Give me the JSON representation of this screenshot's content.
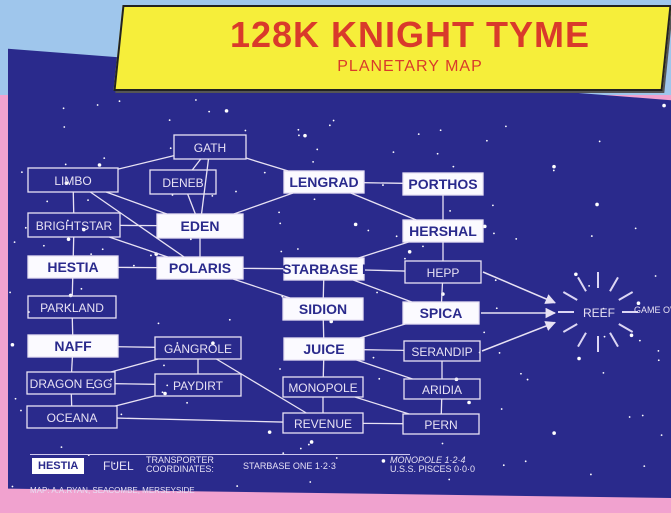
{
  "title": "128K KNIGHT TYME",
  "subtitle": "PLANETARY MAP",
  "nodes": [
    {
      "id": "GATH",
      "filled": false
    },
    {
      "id": "LIMBO",
      "filled": false
    },
    {
      "id": "DENEB",
      "filled": false
    },
    {
      "id": "LENGRAD",
      "filled": true
    },
    {
      "id": "PORTHOS",
      "filled": true
    },
    {
      "id": "BRIGHTSTAR",
      "filled": false
    },
    {
      "id": "EDEN",
      "filled": true
    },
    {
      "id": "HERSHAL",
      "filled": true
    },
    {
      "id": "HESTIA",
      "filled": true
    },
    {
      "id": "POLARIS",
      "filled": true
    },
    {
      "id": "STARBASE I",
      "filled": true
    },
    {
      "id": "HEPP",
      "filled": false
    },
    {
      "id": "PARKLAND",
      "filled": false
    },
    {
      "id": "SIDION",
      "filled": true
    },
    {
      "id": "SPICA",
      "filled": true
    },
    {
      "id": "NAFF",
      "filled": true
    },
    {
      "id": "GANGROLE",
      "filled": false
    },
    {
      "id": "JUICE",
      "filled": true
    },
    {
      "id": "SERANDIP",
      "filled": false
    },
    {
      "id": "DRAGON EGG",
      "filled": false
    },
    {
      "id": "PAYDIRT",
      "filled": false
    },
    {
      "id": "MONOPOLE",
      "filled": false
    },
    {
      "id": "ARIDIA",
      "filled": false
    },
    {
      "id": "OCEANA",
      "filled": false
    },
    {
      "id": "REVENUE",
      "filled": false
    },
    {
      "id": "PERN",
      "filled": false
    }
  ],
  "edges": [
    [
      "GATH",
      "LIMBO"
    ],
    [
      "GATH",
      "DENEB"
    ],
    [
      "GATH",
      "EDEN"
    ],
    [
      "GATH",
      "LENGRAD"
    ],
    [
      "LIMBO",
      "BRIGHTSTAR"
    ],
    [
      "LIMBO",
      "EDEN"
    ],
    [
      "LIMBO",
      "POLARIS"
    ],
    [
      "DENEB",
      "EDEN"
    ],
    [
      "BRIGHTSTAR",
      "EDEN"
    ],
    [
      "BRIGHTSTAR",
      "POLARIS"
    ],
    [
      "EDEN",
      "POLARIS"
    ],
    [
      "EDEN",
      "LENGRAD"
    ],
    [
      "BRIGHTSTAR",
      "HESTIA"
    ],
    [
      "HESTIA",
      "POLARIS"
    ],
    [
      "HESTIA",
      "PARKLAND"
    ],
    [
      "PARKLAND",
      "NAFF"
    ],
    [
      "NAFF",
      "GANGROLE"
    ],
    [
      "NAFF",
      "DRAGON EGG"
    ],
    [
      "DRAGON EGG",
      "GANGROLE"
    ],
    [
      "DRAGON EGG",
      "PAYDIRT"
    ],
    [
      "DRAGON EGG",
      "OCEANA"
    ],
    [
      "GANGROLE",
      "PAYDIRT"
    ],
    [
      "OCEANA",
      "PAYDIRT"
    ],
    [
      "OCEANA",
      "REVENUE"
    ],
    [
      "GANGROLE",
      "REVENUE"
    ],
    [
      "POLARIS",
      "STARBASE I"
    ],
    [
      "POLARIS",
      "SIDION"
    ],
    [
      "LENGRAD",
      "PORTHOS"
    ],
    [
      "LENGRAD",
      "HERSHAL"
    ],
    [
      "PORTHOS",
      "HERSHAL"
    ],
    [
      "STARBASE I",
      "HERSHAL"
    ],
    [
      "STARBASE I",
      "HEPP"
    ],
    [
      "STARBASE I",
      "SPICA"
    ],
    [
      "STARBASE I",
      "SIDION"
    ],
    [
      "HERSHAL",
      "HEPP"
    ],
    [
      "HEPP",
      "SPICA"
    ],
    [
      "JUICE",
      "SPICA"
    ],
    [
      "JUICE",
      "SERANDIP"
    ],
    [
      "JUICE",
      "ARIDIA"
    ],
    [
      "SERANDIP",
      "ARIDIA"
    ],
    [
      "ARIDIA",
      "PERN"
    ],
    [
      "MONOPOLE",
      "PERN"
    ],
    [
      "REVENUE",
      "PERN"
    ],
    [
      "SIDION",
      "JUICE"
    ],
    [
      "JUICE",
      "MONOPOLE"
    ],
    [
      "MONOPOLE",
      "REVENUE"
    ]
  ],
  "arrows": [
    [
      "HEPP",
      "REEF"
    ],
    [
      "SPICA",
      "REEF"
    ],
    [
      "SERANDIP",
      "REEF"
    ]
  ],
  "reef": {
    "label": "REEF",
    "note": "GAME OVER"
  },
  "legend": {
    "hestia": "HESTIA",
    "fuel": "FUEL",
    "transporter": "TRANSPORTER",
    "coordinates": "COORDINATES:",
    "starbase": "STARBASE ONE  1·2·3",
    "monopole": "MONOPOLE  1·2·4",
    "pisces": "U.S.S. PISCES  0·0·0",
    "credit": "MAP: A.A.RYAN, SEACOMBE, MERSEYSIDE"
  },
  "colors": {
    "space": "#2a2a8c",
    "line": "#e8e2f4",
    "title": "#d93a2b",
    "banner": "#f6ee3a"
  }
}
